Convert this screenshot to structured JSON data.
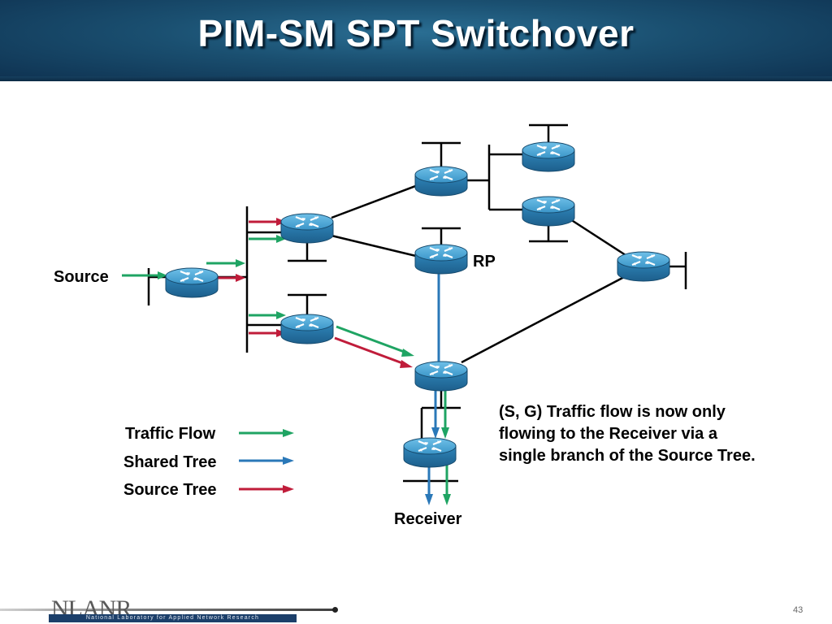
{
  "slide": {
    "title": "PIM-SM SPT Switchover",
    "page_number": "43"
  },
  "diagram": {
    "labels": {
      "source": "Source",
      "rp": "RP",
      "receiver": "Receiver"
    },
    "note": "(S, G) Traffic flow is now only flowing to the Receiver via a single branch of the Source Tree."
  },
  "legend": {
    "items": [
      {
        "label": "Traffic Flow",
        "color": "#1fa463"
      },
      {
        "label": "Shared Tree",
        "color": "#2a78b8"
      },
      {
        "label": "Source Tree",
        "color": "#c01c3a"
      }
    ]
  },
  "footer": {
    "logo_text": "NLANR",
    "logo_subtitle": "National Laboratory for Applied Network Research"
  },
  "colors": {
    "header": "#1a4f70",
    "router": "#3a95c8",
    "traffic_flow": "#1fa463",
    "shared_tree": "#2a78b8",
    "source_tree": "#c01c3a"
  },
  "icons": [
    "router-icon",
    "arrow-icon"
  ]
}
